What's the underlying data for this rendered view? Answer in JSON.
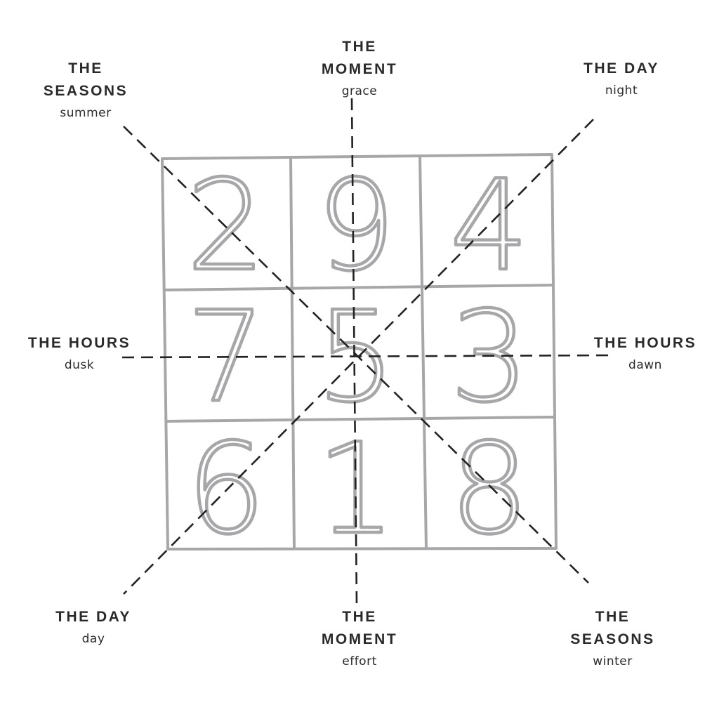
{
  "grid": {
    "rows": [
      [
        "2",
        "9",
        "4"
      ],
      [
        "7",
        "5",
        "3"
      ],
      [
        "6",
        "1",
        "8"
      ]
    ],
    "line_color": "#a7a7aa",
    "digit_color": "#a7a7aa"
  },
  "axes_color": "#222222",
  "labels": {
    "top_left": {
      "line1": "THE",
      "line2": "SEASONS",
      "sub": "summer"
    },
    "top_center": {
      "line1": "THE",
      "line2": "MOMENT",
      "sub": "grace"
    },
    "top_right": {
      "line1": "THE DAY",
      "sub": "night"
    },
    "middle_left": {
      "line1": "THE HOURS",
      "sub": "dusk"
    },
    "middle_right": {
      "line1": "THE HOURS",
      "sub": "dawn"
    },
    "bottom_left": {
      "line1": "THE DAY",
      "sub": "day"
    },
    "bottom_center": {
      "line1": "THE",
      "line2": "MOMENT",
      "sub": "effort"
    },
    "bottom_right": {
      "line1": "THE",
      "line2": "SEASONS",
      "sub": "winter"
    }
  }
}
